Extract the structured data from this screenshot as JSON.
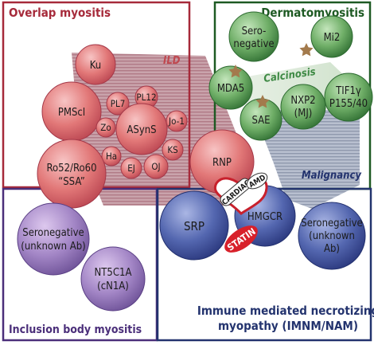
{
  "groups": {
    "overlap": {
      "title": "Overlap myositis",
      "color": "#a62a3a"
    },
    "dermatomyositis": {
      "title": "Dermatomyositis",
      "color": "#1e5a23"
    },
    "ibm": {
      "title": "Inclusion body myositis",
      "color": "#4b2f7a"
    },
    "imnm": {
      "title_line1": "Immune mediated necrotizing",
      "title_line2": "myopathy (IMNM/NAM)",
      "color": "#23336e"
    }
  },
  "zones": {
    "ild": "ILD",
    "calcinosis": "Calcinosis",
    "malignancy": "Malignancy",
    "cardiac": "CARDIAC",
    "amd": "AMD",
    "statin": "STATIN"
  },
  "antibodies": {
    "ku": "Ku",
    "pmscl": "PMScl",
    "pl7": "PL7",
    "pl12": "PL12",
    "zo": "Zo",
    "asyns": "ASynS",
    "jo1": "Jo-1",
    "ha": "Ha",
    "ks": "KS",
    "ej": "EJ",
    "oj": "OJ",
    "ro52_line1": "Ro52/Ro60",
    "ro52_line2": "“SSA”",
    "rnp": "RNP",
    "sero_dm_line1": "Sero-",
    "sero_dm_line2": "negative",
    "mi2": "Mi2",
    "mda5": "MDA5",
    "sae": "SAE",
    "nxp2_line1": "NXP2",
    "nxp2_line2": "(MJ)",
    "tif1_line1": "TIF1γ",
    "tif1_line2": "P155/40",
    "srp": "SRP",
    "hmgcr": "HMGCR",
    "sero_imnm_line1": "Seronegative",
    "sero_imnm_line2": "(unknown",
    "sero_imnm_line3": "Ab)",
    "sero_ibm_line1": "Seronegative",
    "sero_ibm_line2": "(unknown Ab)",
    "nt5c1a_line1": "NT5C1A",
    "nt5c1a_line2": "(cN1A)"
  }
}
